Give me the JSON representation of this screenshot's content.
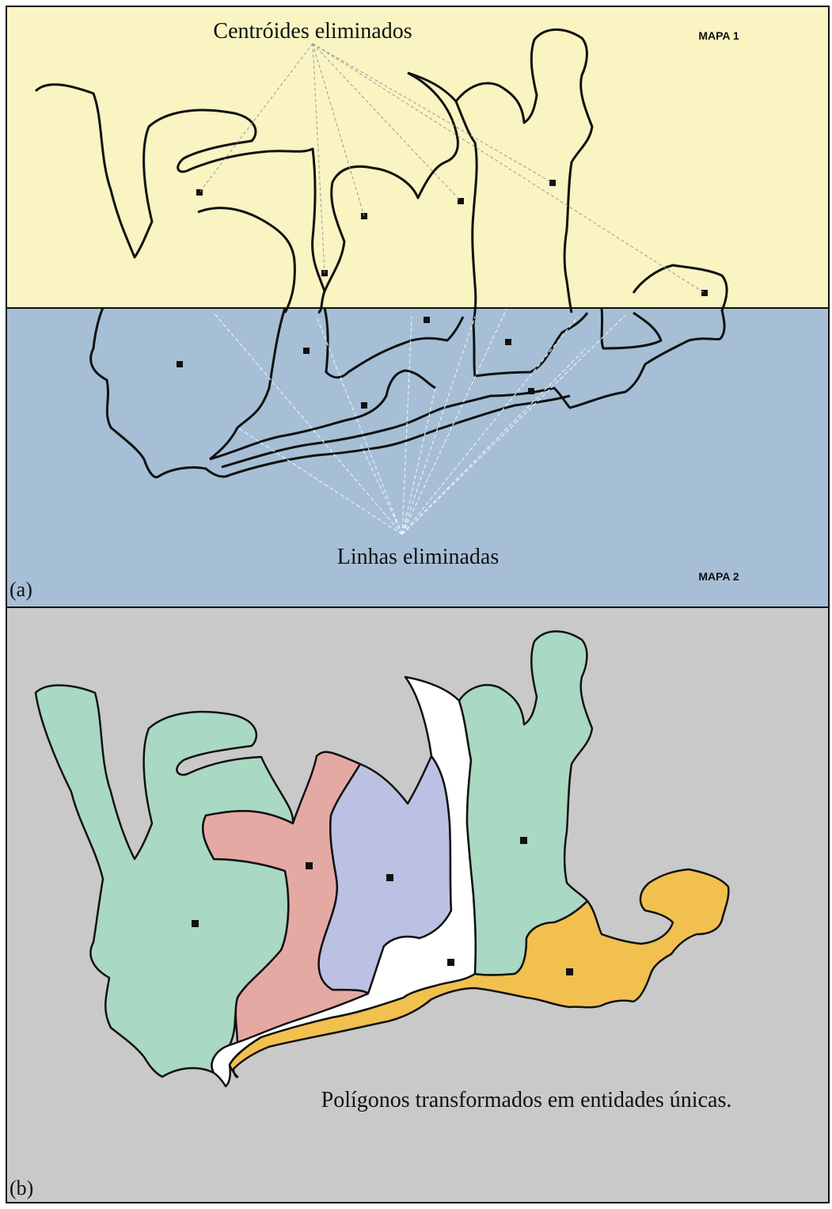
{
  "panel_a": {
    "top_label": "Centróides eliminados",
    "bottom_label": "Linhas eliminadas",
    "map1_label": "MAPA 1",
    "map2_label": "MAPA 2",
    "panel_letter": "(a)",
    "map1_color": "#f9f4c2",
    "map2_color": "#a6bfd6"
  },
  "panel_b": {
    "caption": "Polígonos transformados em entidades únicas.",
    "panel_letter": "(b)",
    "background_color": "#c9c9c9",
    "region_colors": {
      "green": "#a9d8c3",
      "pink": "#e5a9a4",
      "lavender": "#bcc0e3",
      "white": "#ffffff",
      "orange": "#f1c04f"
    }
  }
}
